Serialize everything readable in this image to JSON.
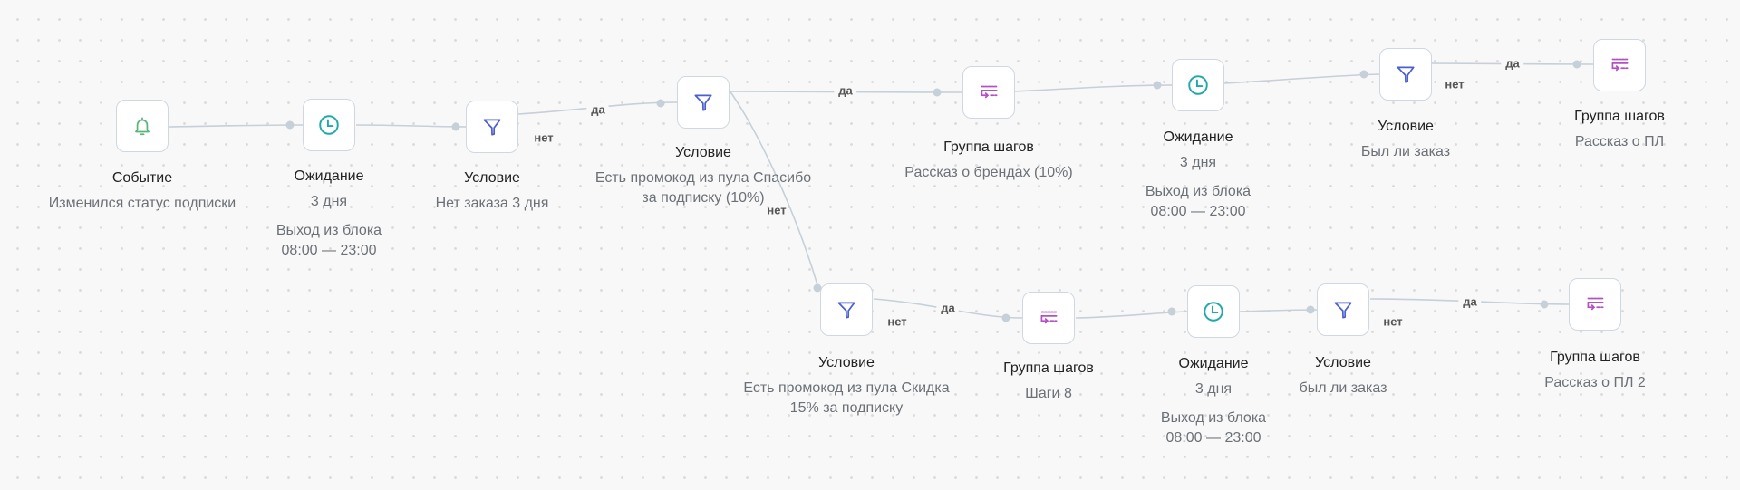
{
  "nodes": [
    {
      "id": "event",
      "type": "event",
      "icon": "bell-icon",
      "title": "Событие",
      "lines": [
        "Изменился статус подписки"
      ]
    },
    {
      "id": "wait1",
      "type": "wait",
      "icon": "clock-icon",
      "title": "Ожидание",
      "lines": [
        "3 дня"
      ],
      "extra": [
        "Выход из блока",
        "08:00 — 23:00"
      ]
    },
    {
      "id": "cond1",
      "type": "condition",
      "icon": "funnel-icon",
      "title": "Условие",
      "lines": [
        "Нет заказа 3 дня"
      ]
    },
    {
      "id": "cond2",
      "type": "condition",
      "icon": "funnel-icon",
      "title": "Условие",
      "lines": [
        "Есть промокод из пула Спасибо",
        "за подписку (10%)"
      ]
    },
    {
      "id": "group1",
      "type": "group",
      "icon": "step-group-icon",
      "title": "Группа шагов",
      "lines": [
        "Рассказ о брендах (10%)"
      ]
    },
    {
      "id": "wait2",
      "type": "wait",
      "icon": "clock-icon",
      "title": "Ожидание",
      "lines": [
        "3 дня"
      ],
      "extra": [
        "Выход из блока",
        "08:00 — 23:00"
      ]
    },
    {
      "id": "cond3",
      "type": "condition",
      "icon": "funnel-icon",
      "title": "Условие",
      "lines": [
        "Был ли заказ"
      ]
    },
    {
      "id": "group2",
      "type": "group",
      "icon": "step-group-icon",
      "title": "Группа шагов",
      "lines": [
        "Рассказ о ПЛ"
      ]
    },
    {
      "id": "cond4",
      "type": "condition",
      "icon": "funnel-icon",
      "title": "Условие",
      "lines": [
        "Есть промокод из пула Скидка",
        "15% за подписку"
      ]
    },
    {
      "id": "group3",
      "type": "group",
      "icon": "step-group-icon",
      "title": "Группа шагов",
      "lines": [
        "Шаги 8"
      ]
    },
    {
      "id": "wait3",
      "type": "wait",
      "icon": "clock-icon",
      "title": "Ожидание",
      "lines": [
        "3 дня"
      ],
      "extra": [
        "Выход из блока",
        "08:00 — 23:00"
      ]
    },
    {
      "id": "cond5",
      "type": "condition",
      "icon": "funnel-icon",
      "title": "Условие",
      "lines": [
        "был ли заказ"
      ]
    },
    {
      "id": "group4",
      "type": "group",
      "icon": "step-group-icon",
      "title": "Группа шагов",
      "lines": [
        "Рассказ о ПЛ 2"
      ]
    }
  ],
  "edge_labels": {
    "cond1_yes": "да",
    "cond1_no": "нет",
    "cond2_yes": "да",
    "cond2_no": "нет",
    "cond3_yes": "да",
    "cond3_no": "нет",
    "cond4_yes": "да",
    "cond4_no": "нет",
    "cond5_yes": "да",
    "cond5_no": "нет"
  },
  "colors": {
    "event": "#5bb57a",
    "wait": "#1fa9a9",
    "condition": "#4a5fd0",
    "group": "#b44fc4",
    "edge": "#c5d0d8"
  }
}
